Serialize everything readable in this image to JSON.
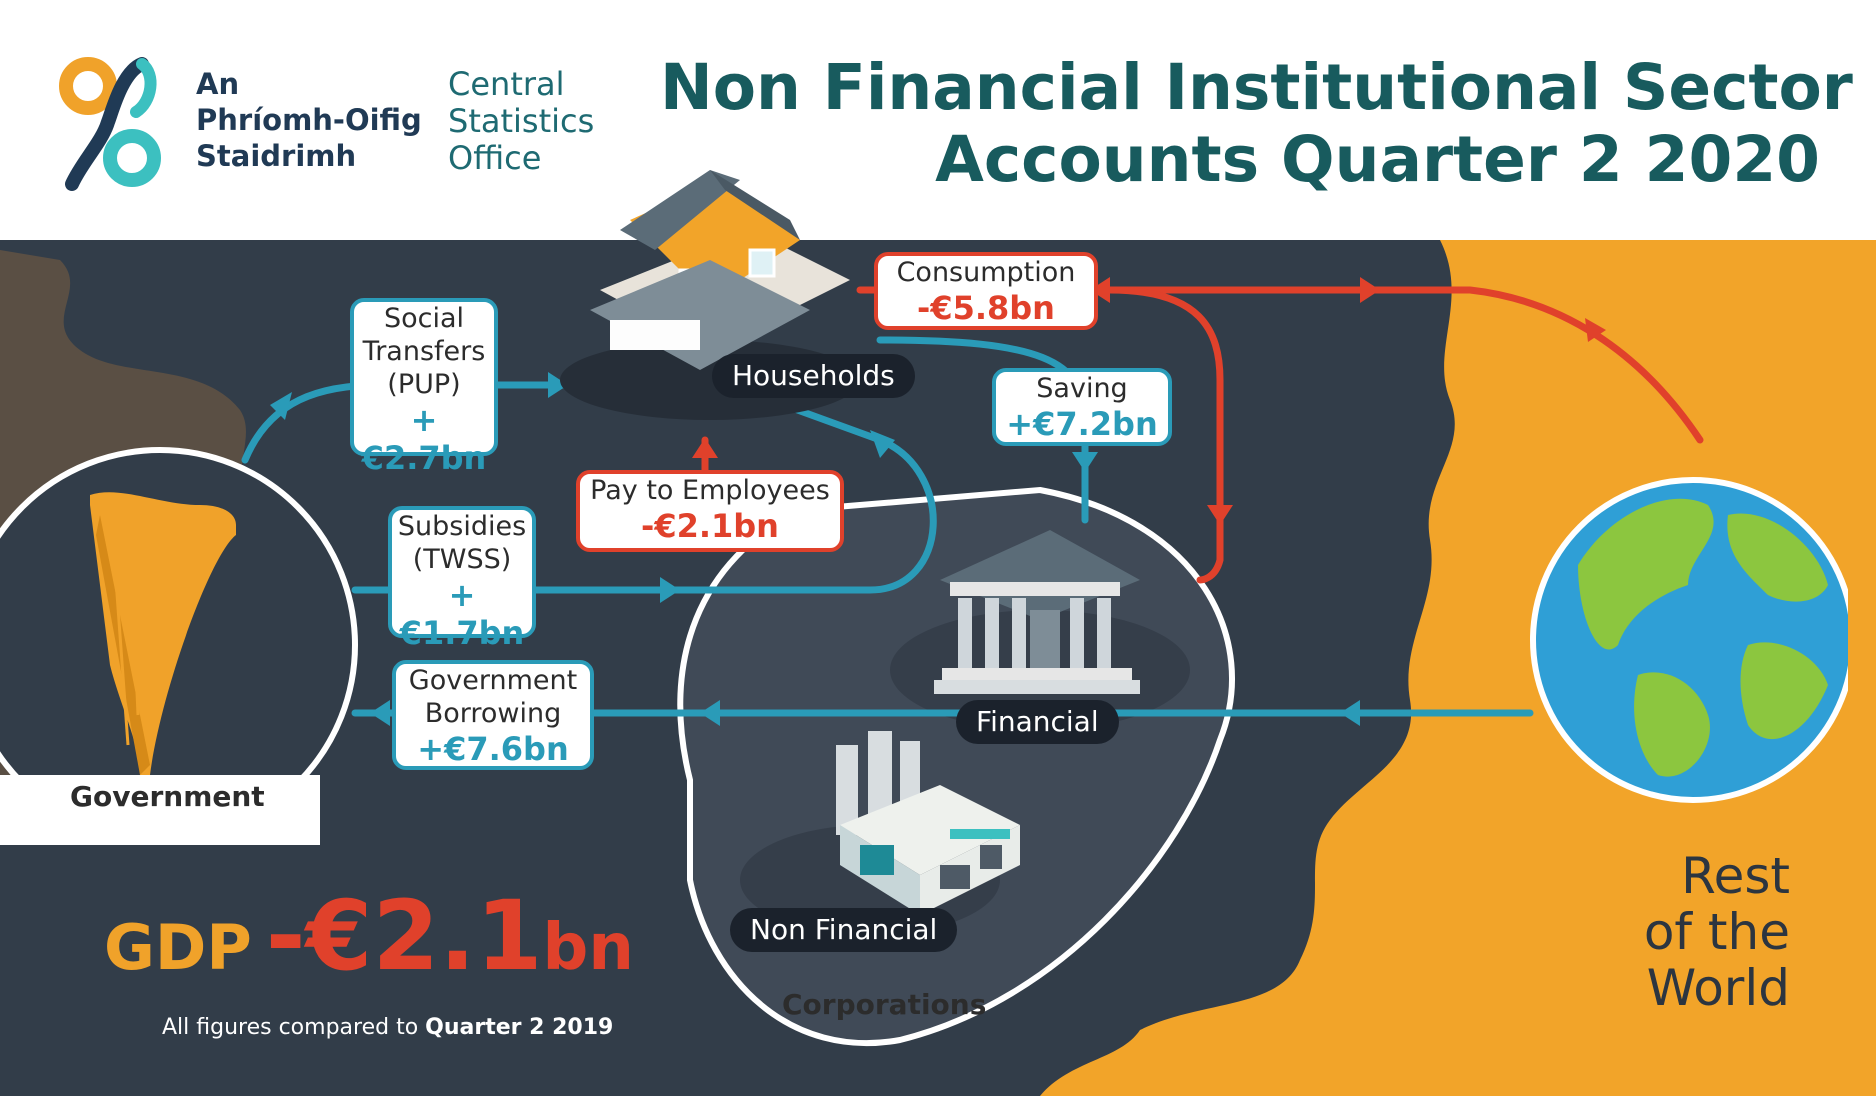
{
  "logo": {
    "irish": "An\nPhríomh-Oifig\nStaidrimh",
    "english": "Central\nStatistics\nOffice"
  },
  "title": "Non Financial Institutional Sector\nAccounts Quarter 2 2020",
  "colors": {
    "teal_flow": "#2a9bb8",
    "red_flow": "#e0412b",
    "gold": "#f0a22a",
    "map_dark": "#323d49",
    "title": "#185b5e"
  },
  "sectors": {
    "households": "Households",
    "financial": "Financial",
    "non_financial": "Non Financial",
    "corporations": "Corporations",
    "government": "Government",
    "rest_of_world": "Rest\nof the\nWorld"
  },
  "flows": {
    "social_transfers": {
      "label": "Social\nTransfers\n(PUP)",
      "value": "+€2.7bn"
    },
    "consumption": {
      "label": "Consumption",
      "value": "-€5.8bn"
    },
    "saving": {
      "label": "Saving",
      "value": "+€7.2bn"
    },
    "pay_to_employees": {
      "label": "Pay to Employees",
      "value": "-€2.1bn"
    },
    "subsidies": {
      "label": "Subsidies\n(TWSS)",
      "value": "+€1.7bn"
    },
    "government_borrowing": {
      "label": "Government\nBorrowing",
      "value": "+€7.6bn"
    }
  },
  "gdp": {
    "label": "GDP",
    "value": "-€2.1",
    "unit": "bn"
  },
  "footnote": {
    "text": "All figures compared to ",
    "emphasis": "Quarter 2 2019"
  },
  "icons": [
    "logo-mark-icon",
    "house-icon",
    "bank-icon",
    "factory-icon",
    "harp-icon",
    "globe-icon",
    "arrow-icon"
  ]
}
